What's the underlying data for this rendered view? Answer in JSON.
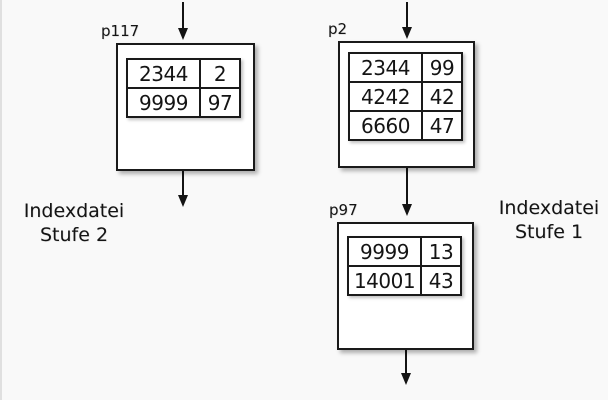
{
  "canvas": {
    "background": "#f9f9f9",
    "ink": "#141414",
    "box_fill": "#ffffff",
    "border": "#1a1a1a"
  },
  "nodes": {
    "p117": {
      "label": "p117",
      "rows": [
        {
          "key": "2344",
          "ptr": "2"
        },
        {
          "key": "9999",
          "ptr": "97"
        }
      ]
    },
    "p2": {
      "label": "p2",
      "rows": [
        {
          "key": "2344",
          "ptr": "99"
        },
        {
          "key": "4242",
          "ptr": "42"
        },
        {
          "key": "6660",
          "ptr": "47"
        }
      ]
    },
    "p97": {
      "label": "p97",
      "rows": [
        {
          "key": "9999",
          "ptr": "13"
        },
        {
          "key": "14001",
          "ptr": "43"
        }
      ]
    }
  },
  "captions": {
    "level2": {
      "line1": "Indexdatei",
      "line2": "Stufe 2"
    },
    "level1": {
      "line1": "Indexdatei",
      "line2": "Stufe 1"
    }
  }
}
